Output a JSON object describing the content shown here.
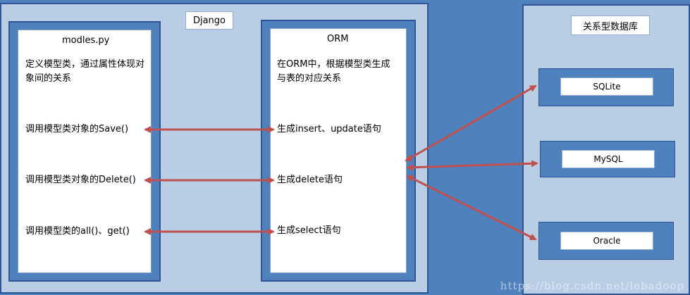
{
  "django": {
    "title": "Django",
    "models": {
      "title": "modles.py",
      "desc": "定义模型类，通过属性体现对象间的关系",
      "save": "调用模型类对象的Save()",
      "delete": "调用模型类对象的Delete()",
      "query": "调用模型类的all()、get()"
    },
    "orm": {
      "title": "ORM",
      "desc": "在ORM中，根据模型类生成与表的对应关系",
      "insert_update": "生成insert、update语句",
      "delete_sql": "生成delete语句",
      "select_sql": "生成select语句"
    }
  },
  "database": {
    "title": "关系型数据库",
    "items": [
      "SQLite",
      "MySQL",
      "Oracle"
    ]
  },
  "watermark": "https://blog.csdn.net/lebadoop",
  "colors": {
    "outer": "#4f81bd",
    "region": "#b9cde5",
    "arrow": "#c0504d"
  }
}
